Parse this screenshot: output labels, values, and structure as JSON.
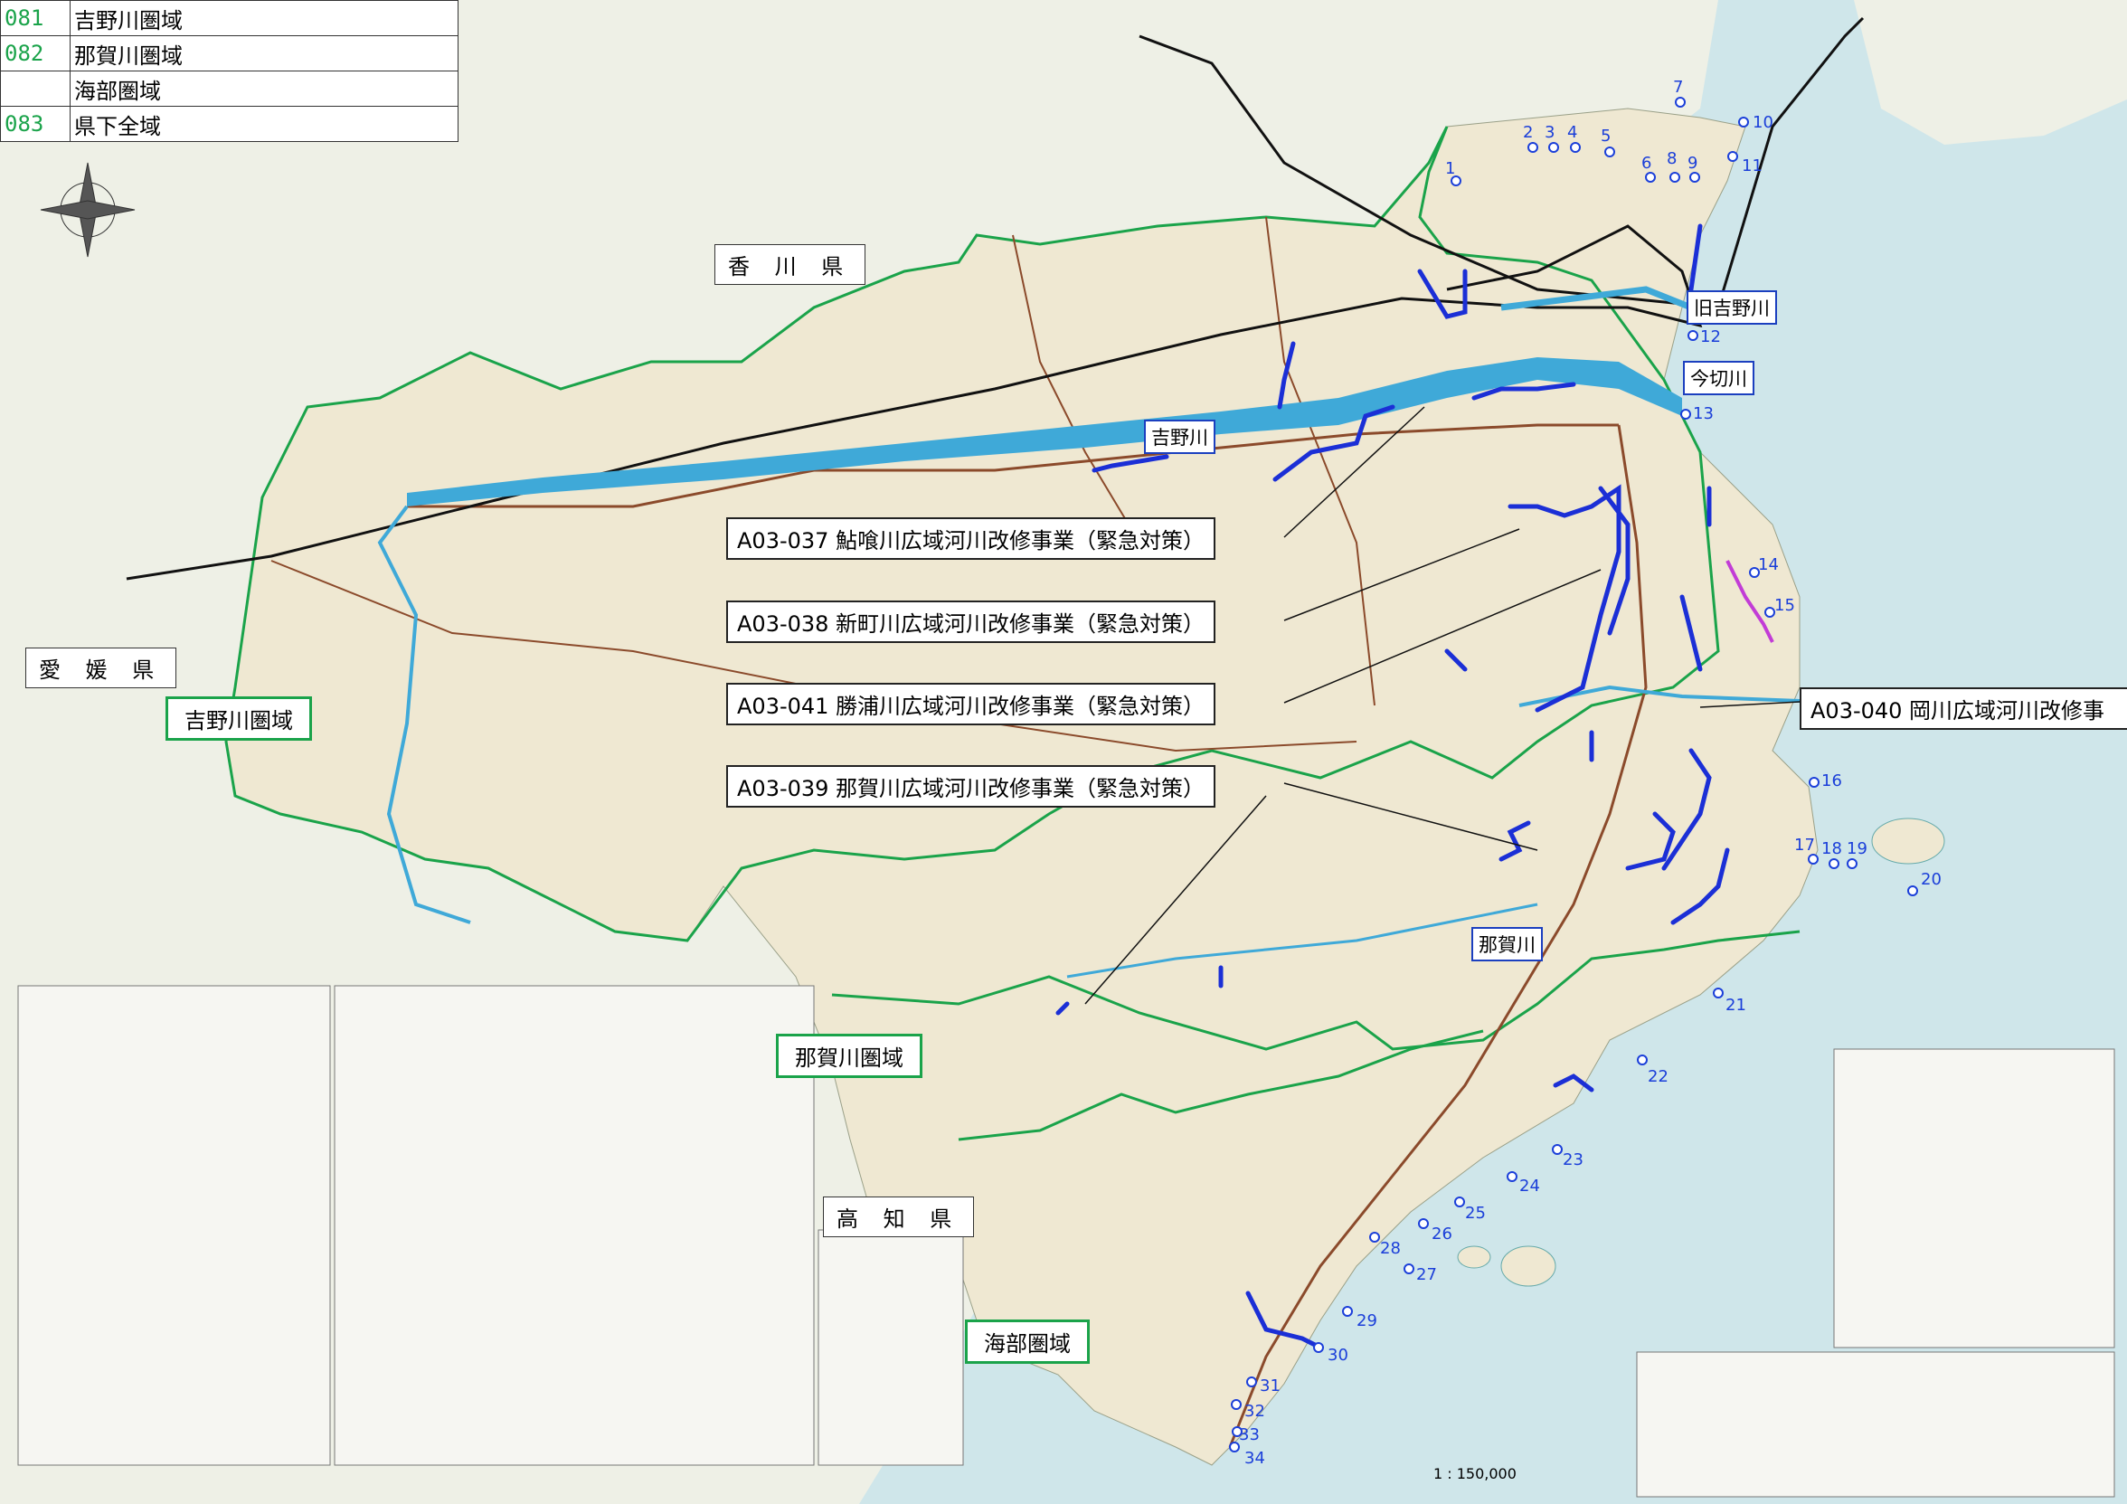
{
  "legend": {
    "rows": [
      {
        "code": "081",
        "name": "吉野川圏域"
      },
      {
        "code": "082",
        "name": "那賀川圏域"
      },
      {
        "code": "",
        "name": "海部圏域"
      },
      {
        "code": "083",
        "name": "県下全域"
      }
    ]
  },
  "projects": [
    "A03-037 鮎喰川広域河川改修事業（緊急対策）",
    "A03-038 新町川広域河川改修事業（緊急対策）",
    "A03-041 勝浦川広域河川改修事業（緊急対策）",
    "A03-039 那賀川広域河川改修事業（緊急対策）",
    "A03-040 岡川広域河川改修事"
  ],
  "prefectures": {
    "kagawa": "香 川 県",
    "ehime": "愛 媛 県",
    "kochi": "高 知 県"
  },
  "regions": {
    "yoshino": "吉野川圏域",
    "naka": "那賀川圏域",
    "kaifu": "海部圏域"
  },
  "rivers": {
    "kyu_yoshino": "旧吉野川",
    "imagiri": "今切川",
    "yoshino": "吉野川",
    "naka": "那賀川"
  },
  "points": [
    "1",
    "2",
    "3",
    "4",
    "5",
    "6",
    "7",
    "8",
    "9",
    "10",
    "11",
    "12",
    "13",
    "14",
    "15",
    "16",
    "17",
    "18",
    "19",
    "20",
    "21",
    "22",
    "23",
    "24",
    "25",
    "26",
    "27",
    "28",
    "29",
    "30",
    "31",
    "32",
    "33",
    "34"
  ],
  "scale": "1 : 150,000",
  "colors": {
    "sea": "#cfe6ea",
    "land": "#efe8d2",
    "boundary": "#1aa34a",
    "project_river": "#1b2fd6",
    "main_river": "#3fa9d8",
    "road": "#8b4a2b",
    "expressway": "#111111",
    "coast_section": "#c23cd6"
  }
}
